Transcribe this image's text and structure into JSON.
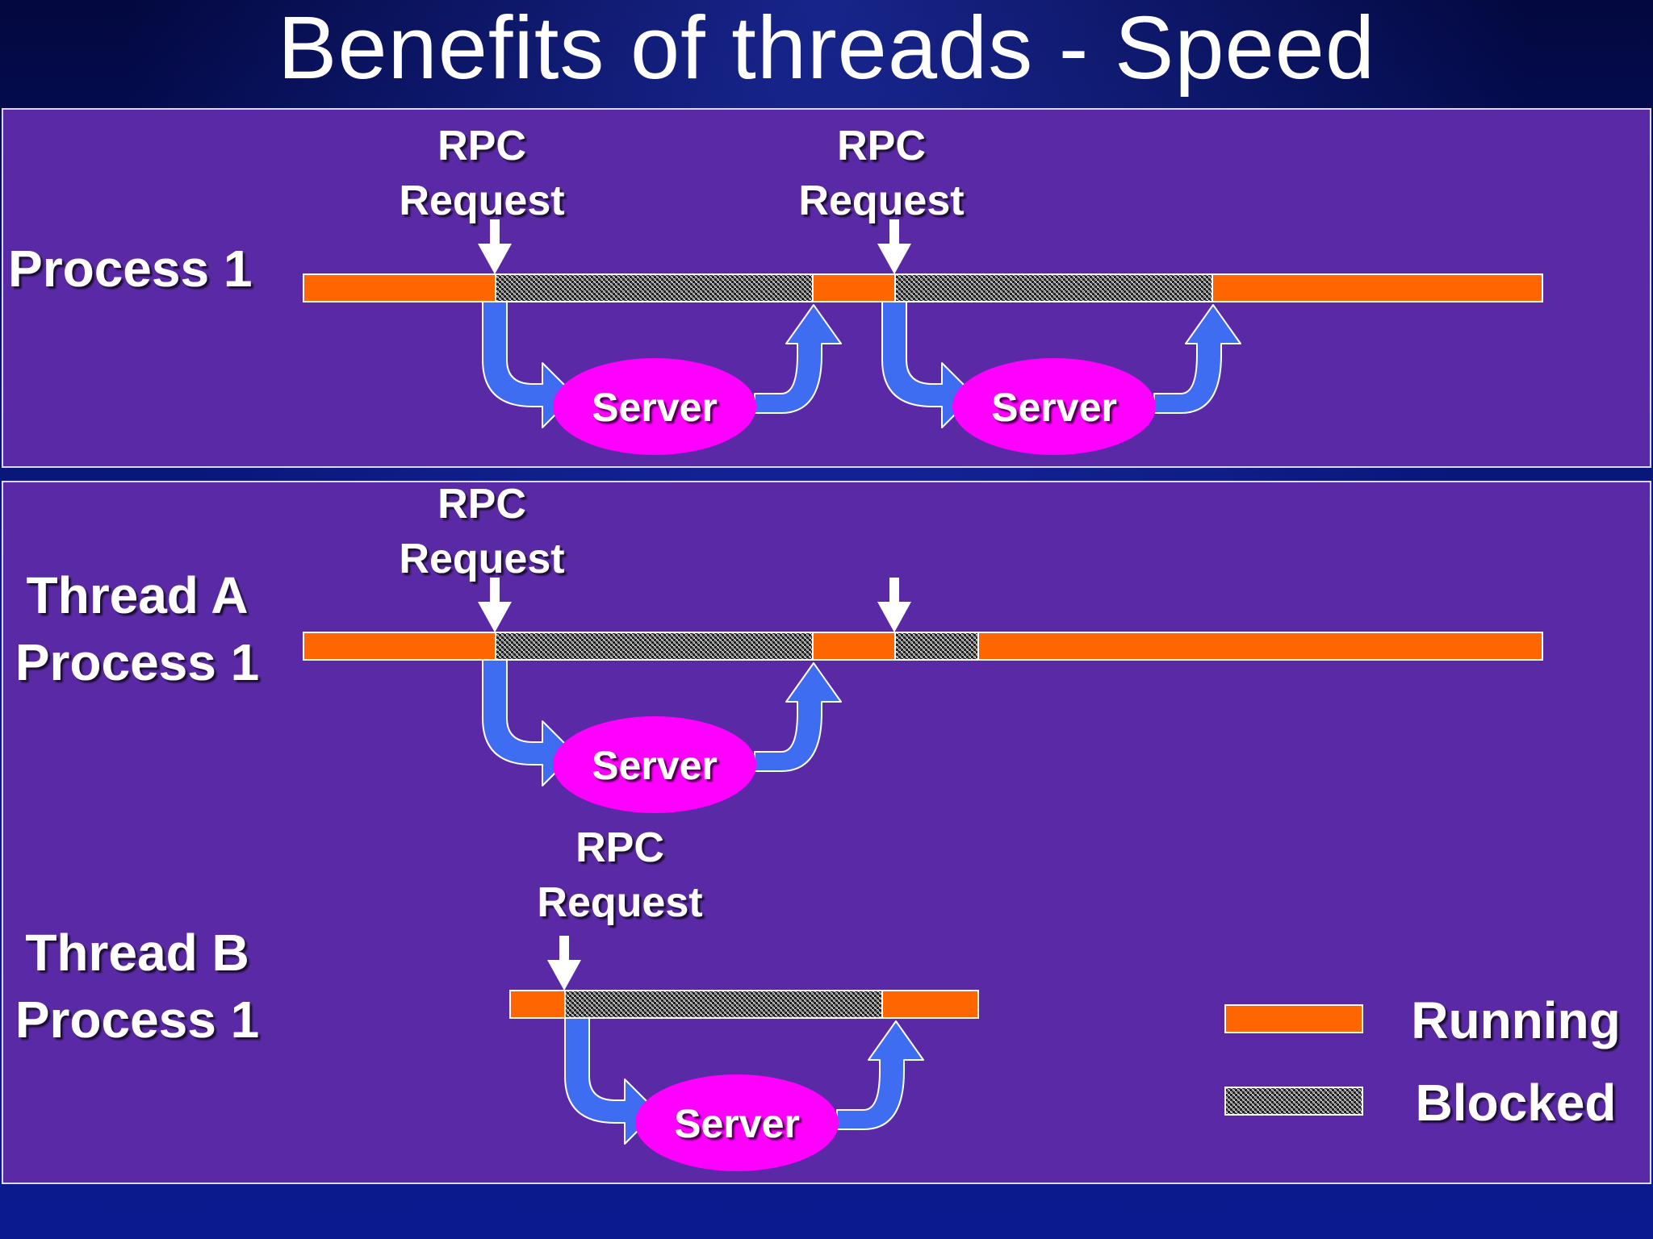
{
  "title": "Benefits of threads - Speed",
  "rows": {
    "process1": {
      "label": "Process 1"
    },
    "threadA": {
      "label_line1": "Thread A",
      "label_line2": "Process 1"
    },
    "threadB": {
      "label_line1": "Thread B",
      "label_line2": "Process 1"
    }
  },
  "rpc": {
    "line1": "RPC",
    "line2": "Request"
  },
  "server": {
    "label": "Server"
  },
  "legend": {
    "running": "Running",
    "blocked": "Blocked"
  },
  "colors": {
    "running": "#ff6600",
    "server": "#ff00ff",
    "arrow": "#3f6df2",
    "panel": "#5a2aa6"
  }
}
